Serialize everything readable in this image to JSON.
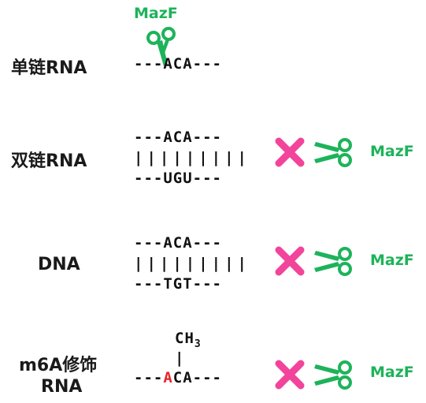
{
  "enzyme_label": "MazF",
  "colors": {
    "enzyme_green": "#1db35a",
    "cross_pink": "#f2449a",
    "methyl_red": "#e8242b"
  },
  "icons": {
    "cut": "scissors-icon",
    "blocked": "cross-icon"
  },
  "rows": [
    {
      "label": "单链RNA",
      "top_strand": "---ACA---",
      "cleaved": true
    },
    {
      "label": "双链RNA",
      "top_strand": "---ACA---",
      "pairs": "|||||||||",
      "bottom_strand": "---UGU---",
      "cleaved": false
    },
    {
      "label": "DNA",
      "top_strand": "---ACA---",
      "pairs": "|||||||||",
      "bottom_strand": "---TGT---",
      "cleaved": false
    },
    {
      "label_line1": "m6A修饰",
      "label_line2": "RNA",
      "methyl_group": "CH",
      "methyl_sub": "3",
      "bond": "|",
      "strand_prefix": "---",
      "modified_base": "A",
      "strand_suffix": "CA---",
      "cleaved": false
    }
  ]
}
